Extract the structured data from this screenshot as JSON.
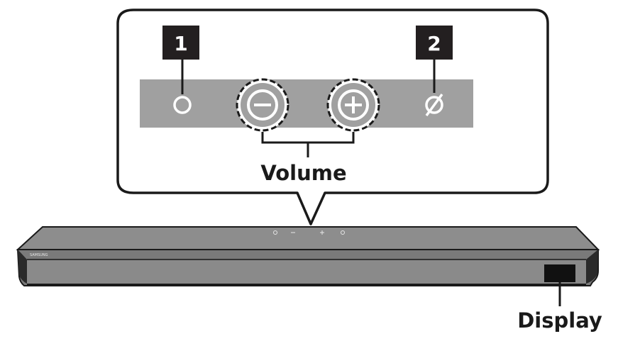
{
  "callouts": {
    "button_1": "1",
    "button_2": "2",
    "volume": "Volume",
    "display": "Display"
  },
  "device": {
    "brand": "SAMSUNG"
  },
  "colors": {
    "panel": "#a0a0a0",
    "soundbar_top": "#8d8d8d",
    "soundbar_front": "#7a7a7a",
    "outline": "#1a1a1a",
    "display_window": "#111111"
  },
  "icons": [
    "power-icon",
    "volume-down-icon",
    "volume-up-icon",
    "source-icon"
  ]
}
